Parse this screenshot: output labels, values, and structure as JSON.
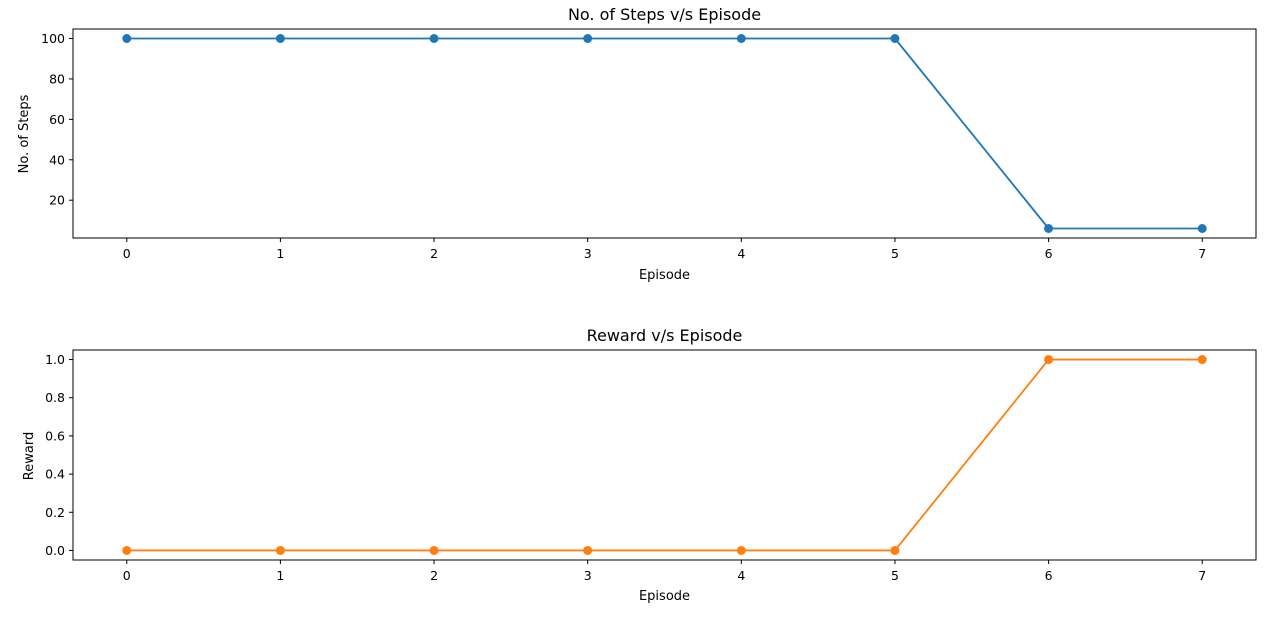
{
  "chart_data": [
    {
      "type": "line",
      "title": "No. of Steps v/s Episode",
      "xlabel": "Episode",
      "ylabel": "No. of Steps",
      "x": [
        0,
        1,
        2,
        3,
        4,
        5,
        6,
        7
      ],
      "xticks": [
        0,
        1,
        2,
        3,
        4,
        5,
        6,
        7
      ],
      "xtick_labels": [
        "0",
        "1",
        "2",
        "3",
        "4",
        "5",
        "6",
        "7"
      ],
      "xlim": [
        -0.35,
        7.35
      ],
      "yticks": [
        20,
        40,
        60,
        80,
        100
      ],
      "ytick_labels": [
        "20",
        "40",
        "60",
        "80",
        "100"
      ],
      "ylim": [
        1.3,
        104.7
      ],
      "grid": false,
      "series": [
        {
          "values": [
            100,
            100,
            100,
            100,
            100,
            100,
            6,
            6
          ],
          "color": "#1f77b4",
          "marker": "circle"
        }
      ]
    },
    {
      "type": "line",
      "title": "Reward v/s Episode",
      "xlabel": "Episode",
      "ylabel": "Reward",
      "x": [
        0,
        1,
        2,
        3,
        4,
        5,
        6,
        7
      ],
      "xticks": [
        0,
        1,
        2,
        3,
        4,
        5,
        6,
        7
      ],
      "xtick_labels": [
        "0",
        "1",
        "2",
        "3",
        "4",
        "5",
        "6",
        "7"
      ],
      "xlim": [
        -0.35,
        7.35
      ],
      "yticks": [
        0.0,
        0.2,
        0.4,
        0.6,
        0.8,
        1.0
      ],
      "ytick_labels": [
        "0.0",
        "0.2",
        "0.4",
        "0.6",
        "0.8",
        "1.0"
      ],
      "ylim": [
        -0.05,
        1.05
      ],
      "grid": false,
      "series": [
        {
          "values": [
            0,
            0,
            0,
            0,
            0,
            0,
            1,
            1
          ],
          "color": "#ff7f0e",
          "marker": "circle"
        }
      ]
    }
  ]
}
